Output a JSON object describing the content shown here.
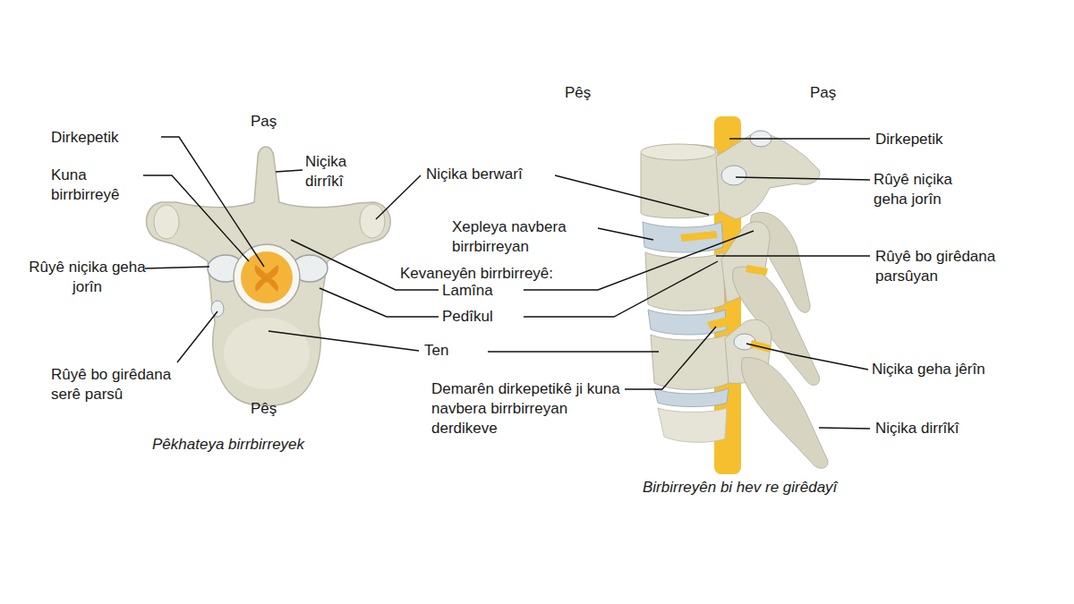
{
  "diagram": {
    "labels": [
      "Paş",
      "Dirkepetik",
      "Niçika dirrîkî",
      "Kuna birrbirreyê",
      "Rûyê niçika geha jorîn",
      "Rûyê bo girêdana serê parsû",
      "Pêş",
      "Pêkhateya birrbirreyek",
      "Niçika berwarî",
      "Xepleya navbera birrbirreyan",
      "Kevaneyên birrbirreyê:",
      "Lamîna",
      "Pedîkul",
      "Ten",
      "Demarên dirkepetikê ji kuna navbera birrbirreyan derdikeve",
      "Pêş",
      "Paş",
      "Dirkepetik",
      "Rûyê niçika geha jorîn",
      "Rûyê bo girêdana parsûyan",
      "Niçika geha jêrîn",
      "Niçika dirrîkî",
      "Birbirreyên bi hev re girêdayî"
    ]
  }
}
